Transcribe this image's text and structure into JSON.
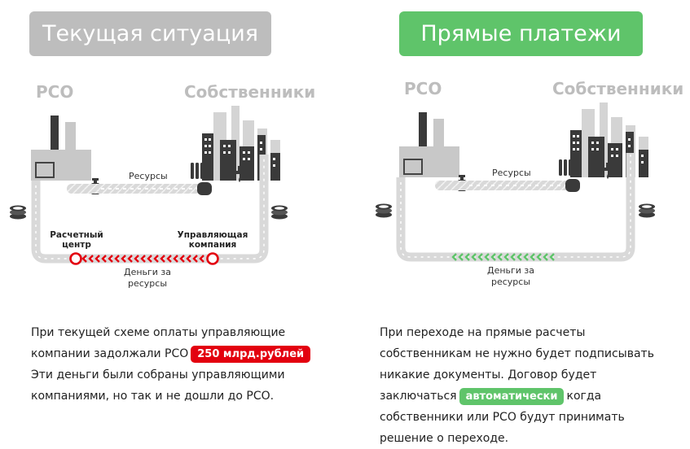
{
  "left": {
    "title": "Текущая ситуация",
    "label_rso": "РСО",
    "label_owners": "Собственники",
    "label_resources": "Ресурсы",
    "label_center_1": "Расчетный",
    "label_center_2": "центр",
    "label_company_1": "Управляющая",
    "label_company_2": "компания",
    "label_money_1": "Деньги за",
    "label_money_2": "ресурсы",
    "desc_line1": "При текущей схеме оплаты управляющие",
    "desc_line2_pre": "компании задолжали РСО",
    "highlight": "250 млрд.рублей",
    "desc_line3": "Эти деньги были собраны управляющими",
    "desc_line4": "компаниями, но так и не дошли до РСО."
  },
  "right": {
    "title": "Прямые платежи",
    "label_rso": "РСО",
    "label_owners": "Собственники",
    "label_resources": "Ресурсы",
    "label_money_1": "Деньги за",
    "label_money_2": "ресурсы",
    "desc_line1": "При переходе на прямые расчеты",
    "desc_line2": "собственникам не нужно будет подписывать",
    "desc_line3": "никакие документы. Договор будет",
    "desc_line4_pre": "заключаться",
    "highlight": "автоматически",
    "desc_line4_post": "когда",
    "desc_line5": "собственники или РСО будут принимать",
    "desc_line6": "решение о переходе."
  },
  "colors": {
    "grey_badge": "#bdbdbd",
    "green": "#5fc46a",
    "red": "#e3000f",
    "pipe": "#d9d9d9"
  }
}
